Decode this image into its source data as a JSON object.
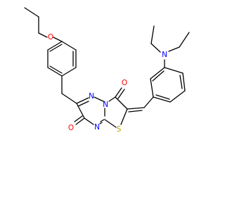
{
  "molecule": {
    "colors": {
      "bond": "#000000",
      "O": "#ff0000",
      "N": "#0000ff",
      "S": "#b8a000",
      "background": "#ffffff"
    },
    "atoms": {
      "O_ether": "O",
      "O_top": "O",
      "O_left": "O",
      "N_ring1": "N",
      "N_ring2": "N",
      "N_bridge": "N",
      "N_amine": "N",
      "S_thiazole": "S"
    }
  }
}
